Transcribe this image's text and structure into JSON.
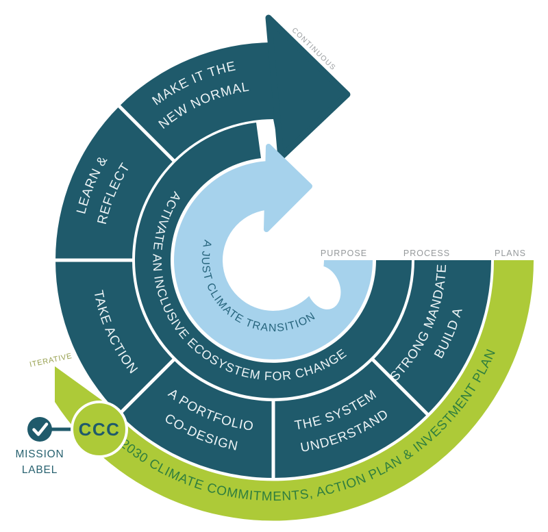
{
  "diagram": {
    "phase_labels": {
      "purpose": "PURPOSE",
      "process": "PROCESS",
      "plans": "PLANS"
    },
    "flow_labels": {
      "continuous": "CONTINUOUS",
      "iterative": "ITERATIVE"
    },
    "inner_ring_text": "A JUST CLIMATE TRANSITION",
    "middle_ring_text": "ACTIVATE AN INCLUSIVE ECOSYSTEM FOR CHANGE",
    "segments": [
      {
        "line1": "BUILD A",
        "line2": "STRONG MANDATE"
      },
      {
        "line1": "UNDERSTAND",
        "line2": "THE SYSTEM"
      },
      {
        "line1": "CO-DESIGN",
        "line2": "A PORTFOLIO"
      },
      {
        "line1": "TAKE ACTION"
      },
      {
        "line1": "LEARN &",
        "line2": "REFLECT"
      },
      {
        "line1": "MAKE IT THE",
        "line2": "NEW NORMAL"
      }
    ],
    "outer_band_text": "2030 CLIMATE COMMITMENTS, ACTION PLAN & INVESTMENT PLAN",
    "mission": {
      "badge": "CCC",
      "label_line1": "MISSION",
      "label_line2": "LABEL"
    },
    "colors": {
      "teal": "#1F5A6B",
      "light_blue": "#A6D2EC",
      "green": "#ADCA38",
      "green_text": "#2F7E3E",
      "gray_label": "#94989A",
      "iterative_label": "#97A04F",
      "inner_ring_text": "#26647C",
      "segment_text": "#EDF4F6"
    }
  }
}
